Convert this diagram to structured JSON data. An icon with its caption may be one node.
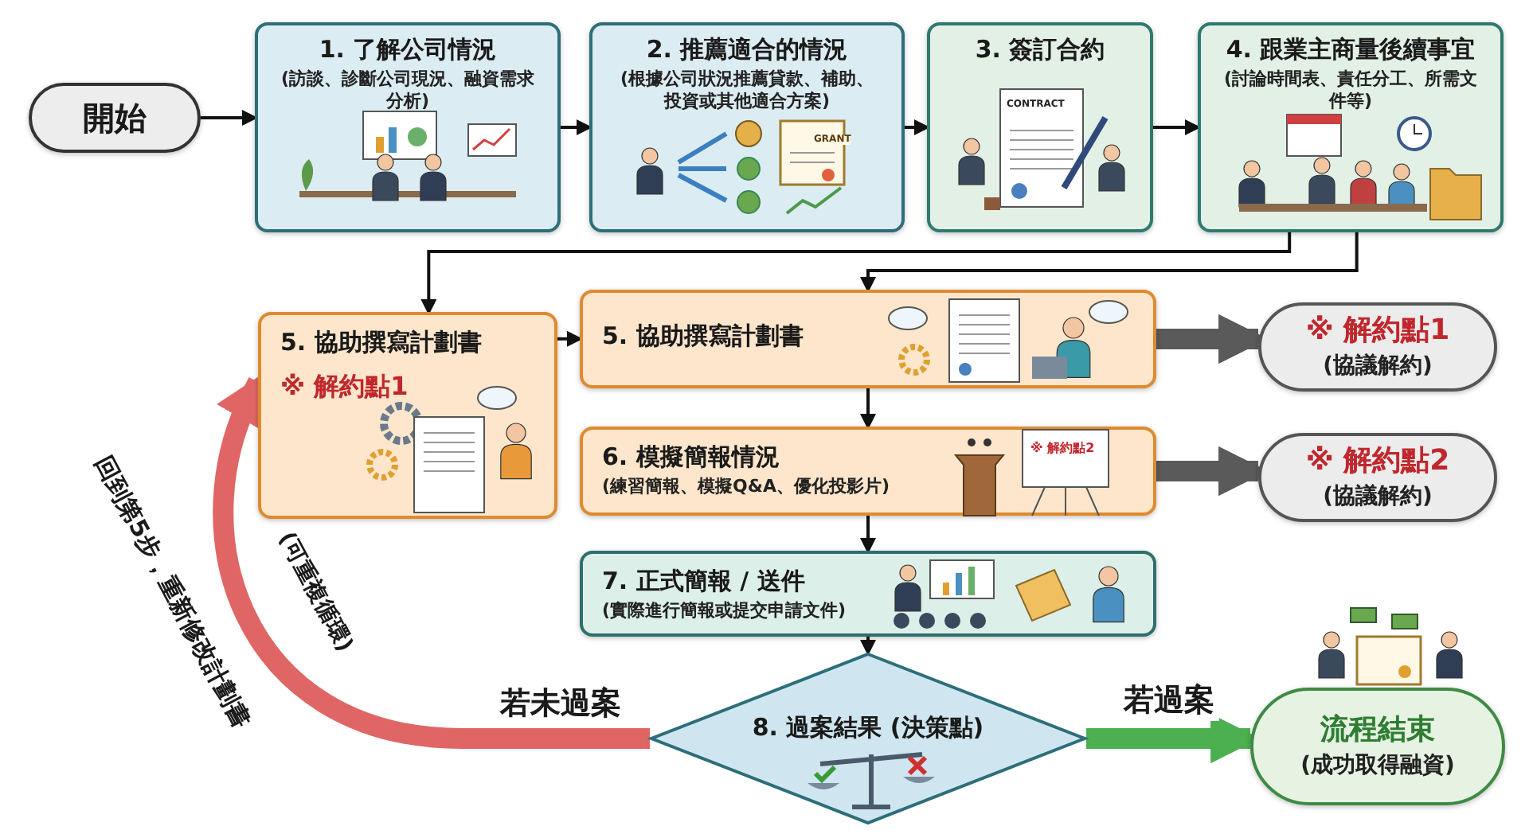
{
  "diagram": {
    "nodes": [
      {
        "text": [
          "開始"
        ]
      },
      {
        "text": [
          "1. 了解公司情況",
          "(訪談、診斷公司現況、融資需求分析)"
        ]
      },
      {
        "text": [
          "2. 推薦適合的情況",
          "(根據公司狀況推薦貸款、補助、投資或其他適合方案)"
        ]
      },
      {
        "text": [
          "3. 簽訂合約"
        ]
      },
      {
        "text": [
          "4. 跟業主商量後續事宜",
          "(討論時間表、責任分工、所需文件等)"
        ]
      },
      {
        "text": [
          "5. 協助撰寫計劃書",
          "※ 解約點1"
        ]
      },
      {
        "text": [
          "5. 協助撰寫計劃書"
        ]
      },
      {
        "text": [
          "※ 解約點1",
          "(協議解約)"
        ]
      },
      {
        "text": [
          "6. 模擬簡報情況",
          "(練習簡報、模擬Q&A、優化投影片)"
        ]
      },
      {
        "text": [
          "※ 解約點2",
          "(協議解約)"
        ]
      },
      {
        "text": [
          "7. 正式簡報 / 送件",
          "(實際進行簡報或提交申請文件)"
        ]
      },
      {
        "text": [
          "8. 過案結果 (決策點)"
        ]
      },
      {
        "text": [
          "流程結束",
          "(成功取得融資)"
        ]
      }
    ],
    "edges": [
      {
        "from": 0,
        "to": 1,
        "arrow": "to"
      },
      {
        "from": 1,
        "to": 2,
        "arrow": "to"
      },
      {
        "from": 2,
        "to": 3,
        "arrow": "to"
      },
      {
        "from": 3,
        "to": 4,
        "arrow": "to"
      },
      {
        "from": 4,
        "to": 5,
        "arrow": "to"
      },
      {
        "from": 4,
        "to": 6,
        "arrow": "to"
      },
      {
        "from": 5,
        "to": 6,
        "arrow": "to"
      },
      {
        "from": 6,
        "to": 7,
        "arrow": "to",
        "style": "thick",
        "color": "#5a5a5a"
      },
      {
        "from": 6,
        "to": 8,
        "arrow": "to"
      },
      {
        "from": 8,
        "to": 9,
        "arrow": "to",
        "style": "thick",
        "color": "#5a5a5a"
      },
      {
        "from": 8,
        "to": 10,
        "arrow": "to"
      },
      {
        "from": 10,
        "to": 11,
        "arrow": "to"
      },
      {
        "from": 11,
        "to": 5,
        "arrow": "to",
        "label": "若未過案",
        "style": "thick",
        "color": "#e06666"
      },
      {
        "from": 11,
        "to": 12,
        "arrow": "to",
        "label": "若過案",
        "style": "thick",
        "color": "#4caf50"
      }
    ],
    "labels": [
      "GRANT",
      "CONTRACT",
      "※ 解約點2",
      "回到第5步，重新修改計劃書",
      "(可重複循環)"
    ]
  }
}
